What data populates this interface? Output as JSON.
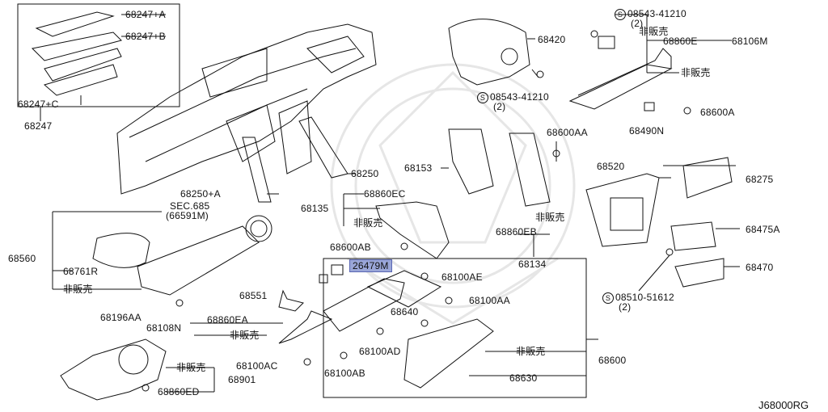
{
  "diagram_ref": "J68000RG",
  "labels": {
    "p68247A": "68247+A",
    "p68247B": "68247+B",
    "p68247C": "68247+C",
    "p68247": "68247",
    "p68420": "68420",
    "s08543a": "08543-41210",
    "s08543a_q": "(2)",
    "s08543b": "08543-41210",
    "s08543b_q": "(2)",
    "hanbai1": "非販売",
    "p68860E": "68860E",
    "p68106M": "68106M",
    "hanbai2": "非販売",
    "p68600A": "68600A",
    "p68490N": "68490N",
    "p68600AA_top": "68600AA",
    "p68250": "68250",
    "p68153": "68153",
    "p68520": "68520",
    "p68275": "68275",
    "p68250A": "68250+A",
    "p68860EC": "68860EC",
    "p68135": "68135",
    "hanbai3": "非販売",
    "sec685": "SEC.685",
    "sec685_sub": "(66591M)",
    "hanbai4": "非販売",
    "p68860EB": "68860EB",
    "p68475A": "68475A",
    "p68560": "68560",
    "p68600AB": "68600AB",
    "p68134": "68134",
    "p68470": "68470",
    "p26479M": "26479M",
    "p68761R": "68761R",
    "p68100AE": "68100AE",
    "hanbai5": "非販売",
    "p68551": "68551",
    "p68100AA": "68100AA",
    "s08510": "08510-51612",
    "s08510_q": "(2)",
    "p68196AA": "68196AA",
    "p68640": "68640",
    "p68860EA": "68860EA",
    "p68108N": "68108N",
    "hanbai6": "非販売",
    "p68100AD": "68100AD",
    "hanbai7": "非販売",
    "p68600": "68600",
    "p68100AC": "68100AC",
    "hanbai8": "非販売",
    "p68901": "68901",
    "p68100AB": "68100AB",
    "p68630": "68630",
    "p68860ED": "68860ED",
    "screw_symbol": "S"
  }
}
